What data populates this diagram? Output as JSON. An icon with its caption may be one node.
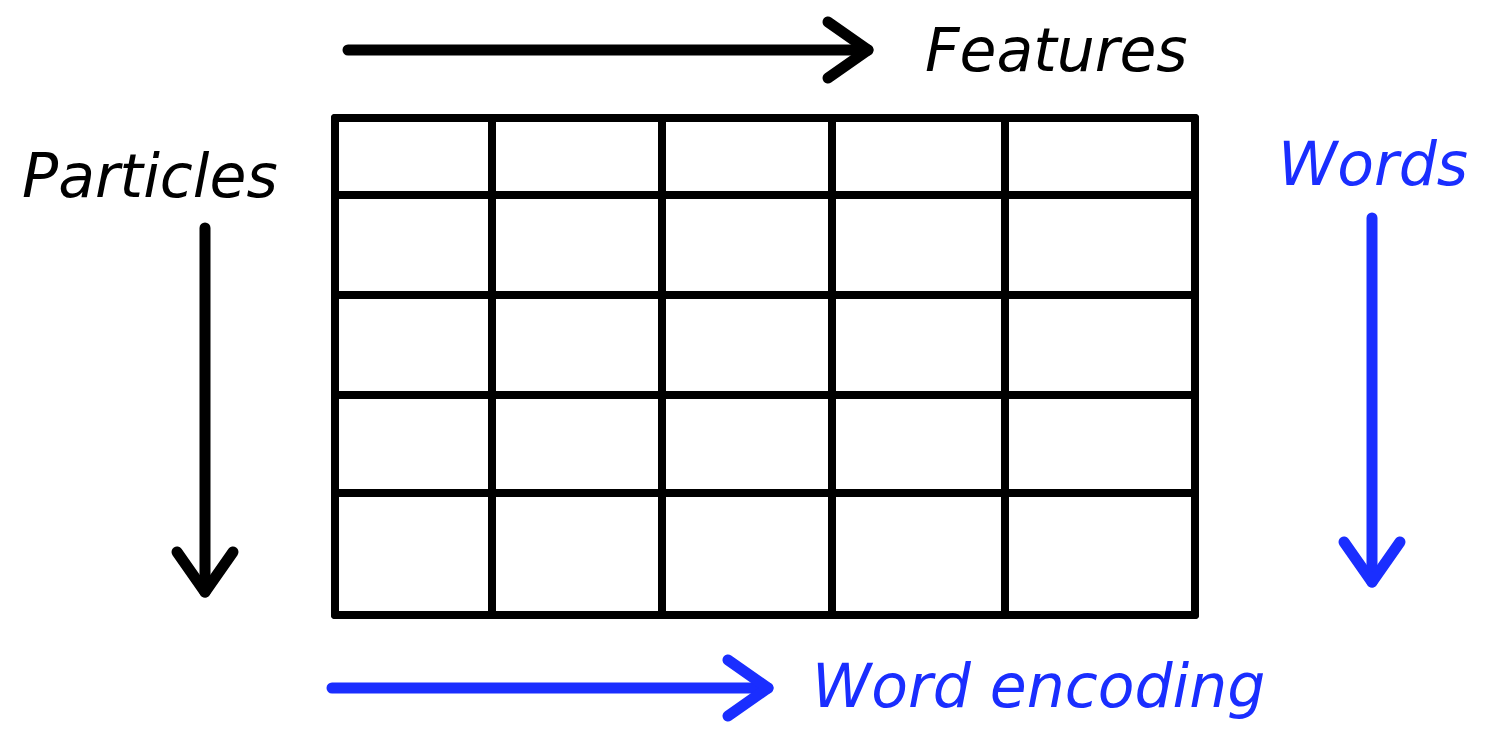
{
  "diagram": {
    "labels": [
      "Features",
      "Particles",
      "Words",
      "Word encoding"
    ]
  }
}
